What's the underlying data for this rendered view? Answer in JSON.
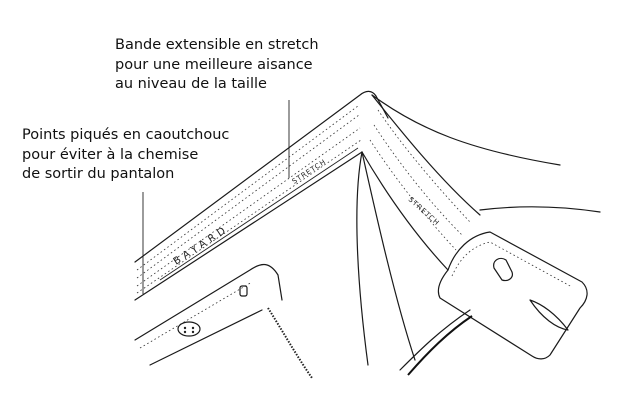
{
  "annotations": {
    "stretch": {
      "lines": [
        "Bande extensible en stretch",
        "pour une meilleure aisance",
        "au niveau de la taille"
      ]
    },
    "rubber": {
      "lines": [
        "Points piqués en caoutchouc",
        "pour éviter à la chemise",
        "de sortir du pantalon"
      ]
    }
  },
  "band_labels": {
    "brand": "BAYARD",
    "stretch_left": "STRETCH",
    "stretch_right": "STRETCH"
  },
  "colors": {
    "ink": "#1a1a1a",
    "background": "#ffffff"
  }
}
